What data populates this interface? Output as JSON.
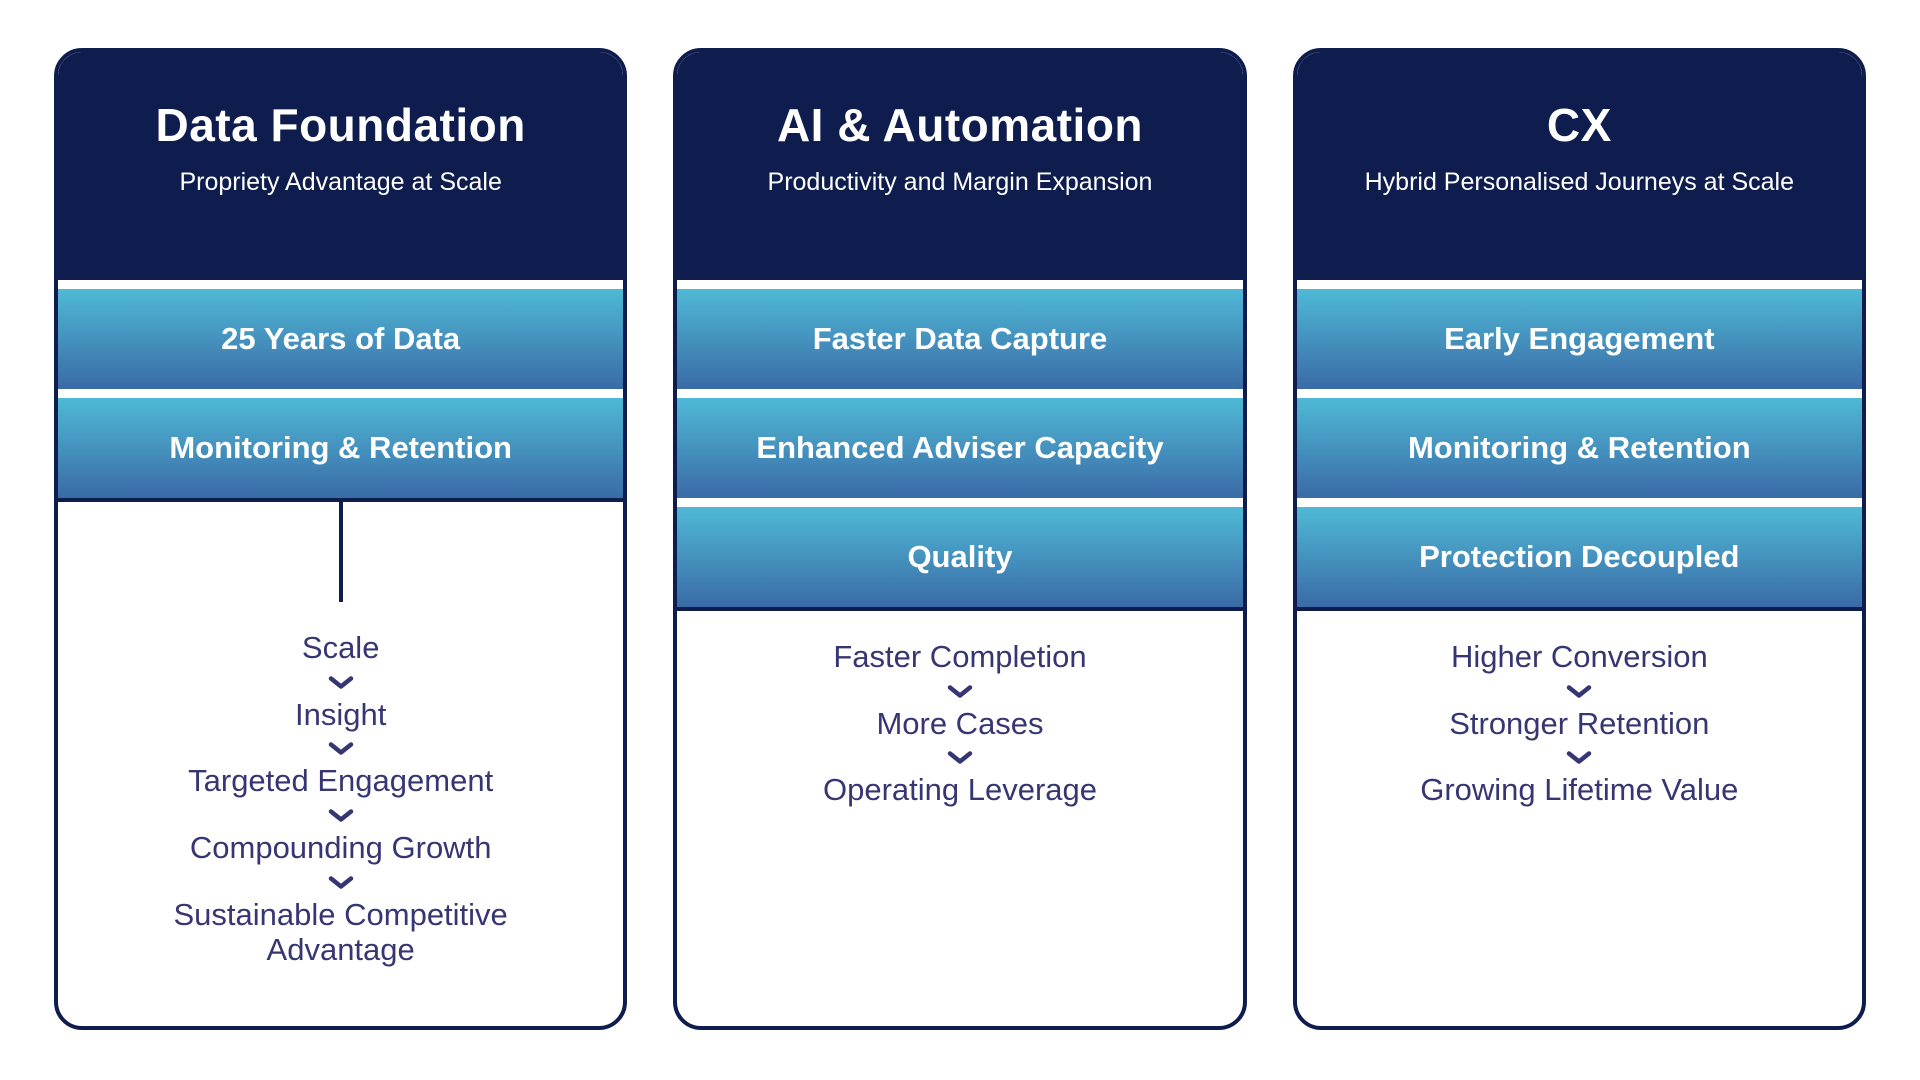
{
  "columns": [
    {
      "title": "Data Foundation",
      "subtitle": "Propriety Advantage at Scale",
      "bars": [
        "25 Years of Data",
        "Monitoring & Retention"
      ],
      "flow": [
        "Scale",
        "Insight",
        "Targeted Engagement",
        "Compounding Growth",
        "Sustainable Competitive Advantage"
      ]
    },
    {
      "title": "AI & Automation",
      "subtitle": "Productivity and Margin Expansion",
      "bars": [
        "Faster Data Capture",
        "Enhanced Adviser Capacity",
        "Quality"
      ],
      "flow": [
        "Faster Completion",
        "More Cases",
        "Operating Leverage"
      ]
    },
    {
      "title": "CX",
      "subtitle": "Hybrid Personalised Journeys at Scale",
      "bars": [
        "Early Engagement",
        "Monitoring & Retention",
        "Protection Decoupled"
      ],
      "flow": [
        "Higher Conversion",
        "Stronger Retention",
        "Growing Lifetime Value"
      ]
    }
  ],
  "colors": {
    "navy": "#0E1C4E",
    "bar_top": "#4FB9D6",
    "bar_bottom": "#3A6BA6",
    "flow_text": "#363673",
    "white": "#FFFFFF"
  }
}
